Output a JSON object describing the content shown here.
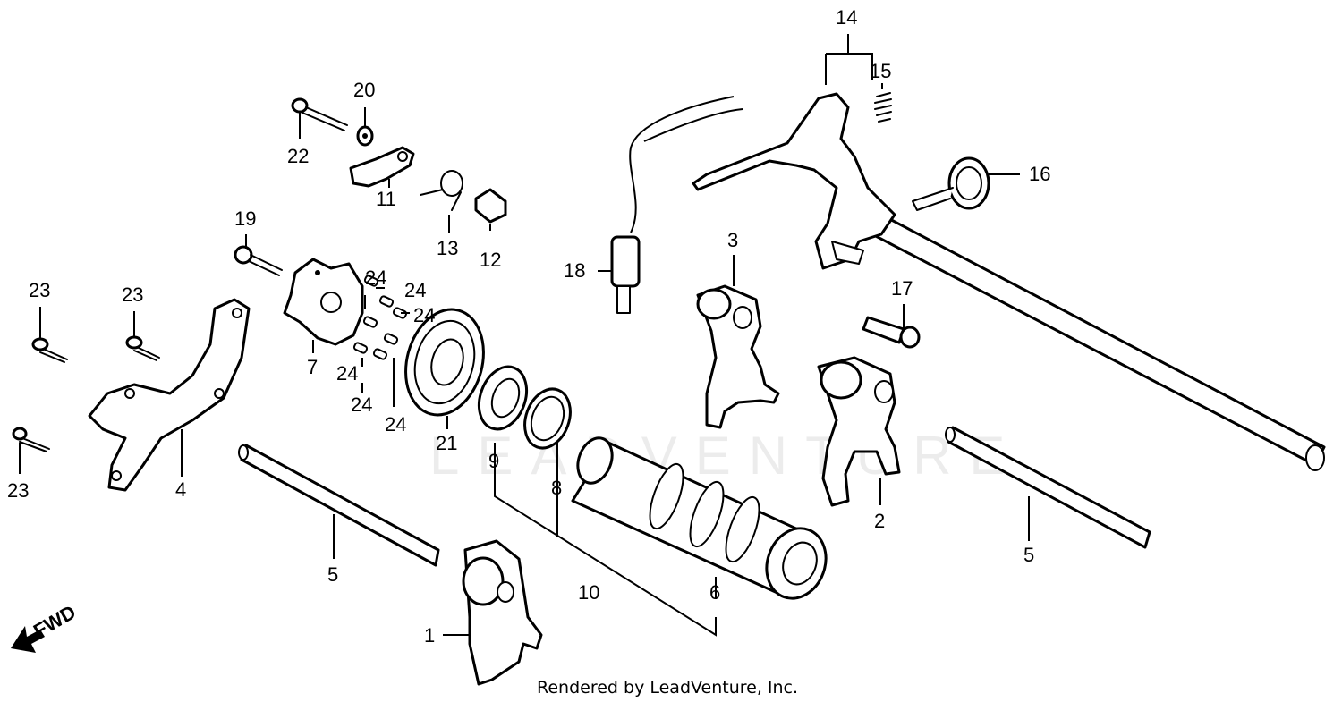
{
  "callouts": {
    "c1": "1",
    "c2": "2",
    "c3": "3",
    "c4": "4",
    "c5a": "5",
    "c5b": "5",
    "c6": "6",
    "c7": "7",
    "c8": "8",
    "c9": "9",
    "c10": "10",
    "c11": "11",
    "c12": "12",
    "c13": "13",
    "c14": "14",
    "c15": "15",
    "c16": "16",
    "c17": "17",
    "c18": "18",
    "c19": "19",
    "c20": "20",
    "c21": "21",
    "c22": "22",
    "c23a": "23",
    "c23b": "23",
    "c23c": "23",
    "c24a": "24",
    "c24b": "24",
    "c24c": "24",
    "c24d": "24",
    "c24e": "24",
    "c24f": "24"
  },
  "fwd_label": "FWD",
  "watermark": "LEADVENTURE",
  "credit": "Rendered by LeadVenture, Inc.",
  "colors": {
    "ink": "#000000",
    "paper": "#ffffff"
  }
}
